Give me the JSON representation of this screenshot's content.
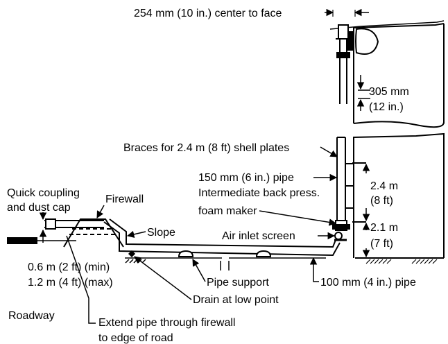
{
  "colors": {
    "ink": "#000000",
    "paper": "#ffffff"
  },
  "labels": {
    "center_to_face": "254 mm (10 in.) center to face",
    "spacing_mm": "305 mm",
    "spacing_in": "(12 in.)",
    "braces": "Braces for 2.4 m (8 ft) shell plates",
    "pipe_150": "150 mm (6 in.) pipe",
    "height_24_m": "2.4 m",
    "height_24_ft": "(8 ft)",
    "quick_coupling_1": "Quick coupling",
    "quick_coupling_2": "and dust cap",
    "firewall": "Firewall",
    "intermediate_1": "Intermediate back press.",
    "intermediate_2": "foam maker",
    "slope": "Slope",
    "air_inlet": "Air inlet screen",
    "height_21_m": "2.1 m",
    "height_21_ft": "(7 ft)",
    "min_height": "0.6 m (2 ft) (min)",
    "max_height": "1.2 m (4 ft) (max)",
    "pipe_support": "Pipe support",
    "pipe_100": "100 mm (4 in.) pipe",
    "drain": "Drain at low point",
    "roadway": "Roadway",
    "extend_1": "Extend pipe through firewall",
    "extend_2": "to edge of road"
  }
}
